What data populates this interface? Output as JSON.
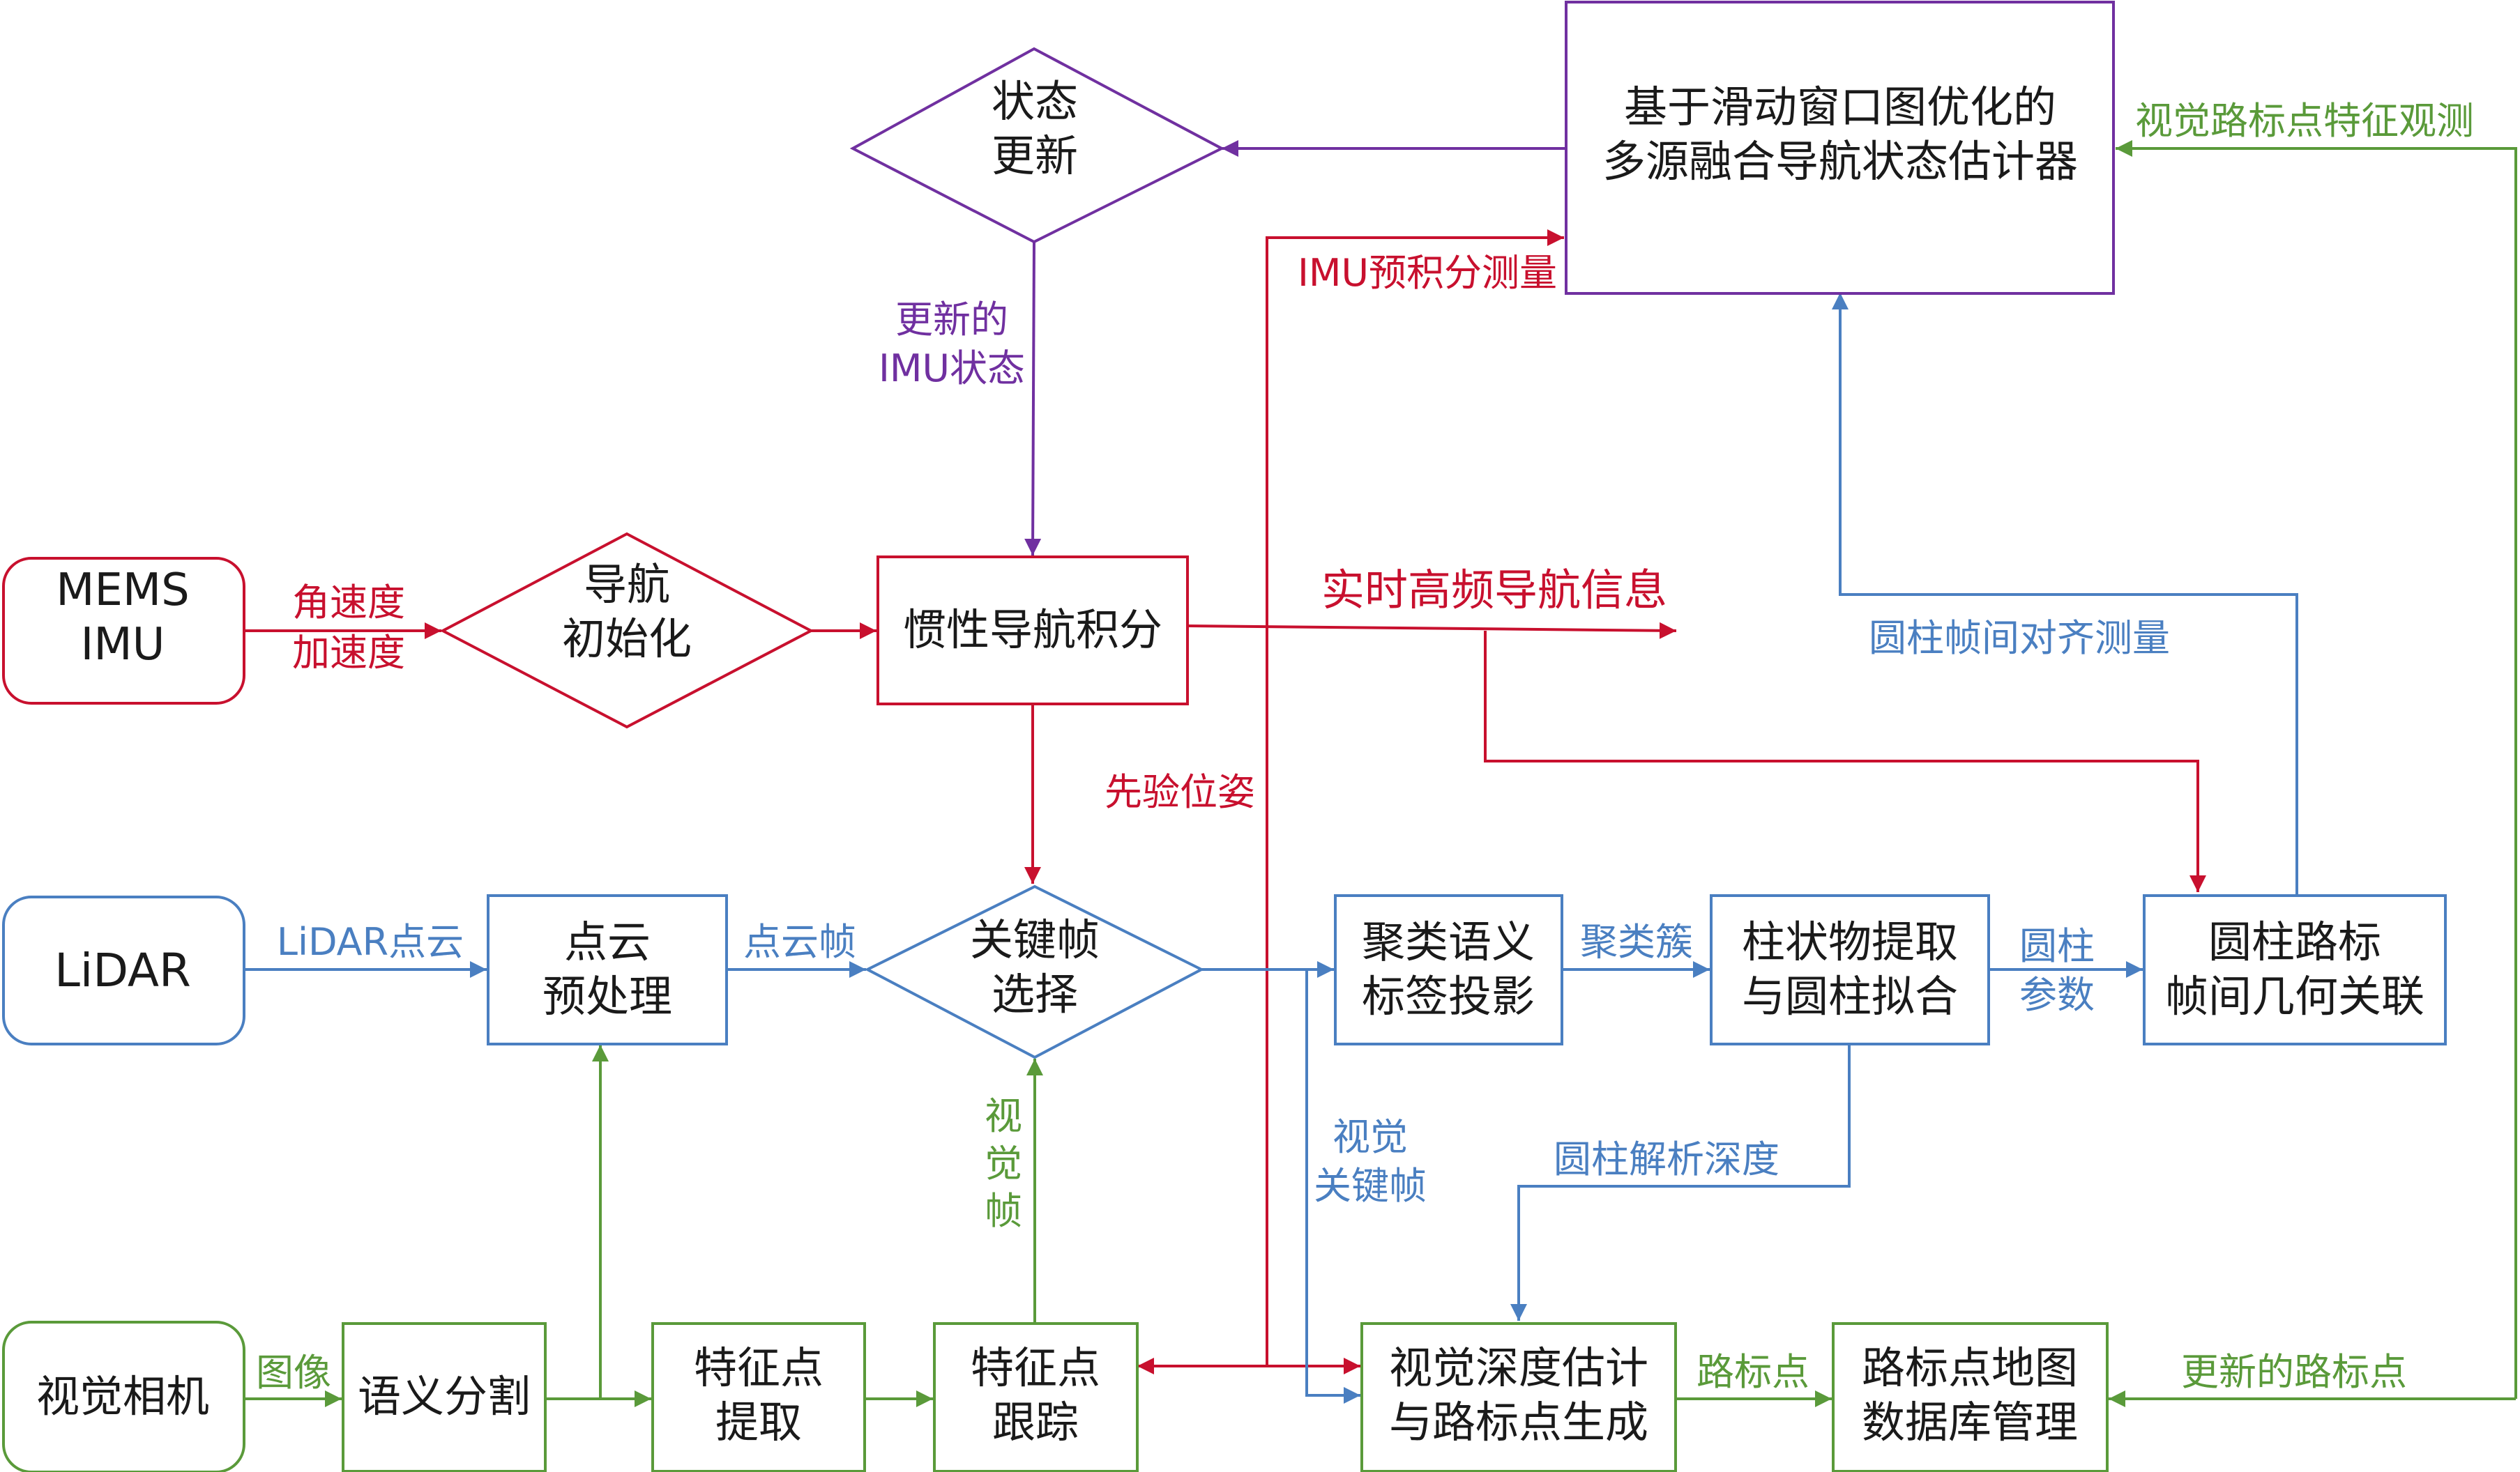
{
  "colors": {
    "red": "#c8102e",
    "blue": "#4a7fc1",
    "green": "#5a9a3a",
    "purple": "#7030a0",
    "text": "#1a1a1a"
  },
  "nodes": {
    "mems_imu": [
      "MEMS",
      "IMU"
    ],
    "nav_init": [
      "导航",
      "初始化"
    ],
    "inertial_integration": [
      "惯性导航积分"
    ],
    "state_update": [
      "状态",
      "更新"
    ],
    "estimator": [
      "基于滑动窗口图优化的",
      "多源融合导航状态估计器"
    ],
    "lidar": [
      "LiDAR"
    ],
    "pc_preprocess": [
      "点云",
      "预处理"
    ],
    "keyframe_select": [
      "关键帧",
      "选择"
    ],
    "cluster_projection": [
      "聚类语义",
      "标签投影"
    ],
    "cylinder_fit": [
      "柱状物提取",
      "与圆柱拟合"
    ],
    "cylinder_assoc": [
      "圆柱路标",
      "帧间几何关联"
    ],
    "camera": [
      "视觉相机"
    ],
    "semantic_seg": [
      "语义分割"
    ],
    "feature_extract": [
      "特征点",
      "提取"
    ],
    "feature_track": [
      "特征点",
      "跟踪"
    ],
    "depth_estimation": [
      "视觉深度估计",
      "与路标点生成"
    ],
    "landmark_db": [
      "路标点地图",
      "数据库管理"
    ]
  },
  "edge_labels": {
    "angular_vel": [
      "角速度",
      "加速度"
    ],
    "realtime_nav": [
      "实时高频导航信息"
    ],
    "imu_preint": [
      "IMU预积分测量"
    ],
    "updated_imu": [
      "更新的",
      "IMU状态"
    ],
    "prior_pose": [
      "先验位姿"
    ],
    "lidar_pc": [
      "LiDAR点云"
    ],
    "pc_frame": [
      "点云帧"
    ],
    "cluster": [
      "聚类簇"
    ],
    "cyl_params": [
      "圆柱",
      "参数"
    ],
    "cyl_align": [
      "圆柱帧间对齐测量"
    ],
    "visual_obs": [
      "视觉路标点特征观测"
    ],
    "image": [
      "图像"
    ],
    "visual_frame": [
      "视",
      "觉",
      "帧"
    ],
    "visual_keyframe": [
      "视觉",
      "关键帧"
    ],
    "cyl_depth": [
      "圆柱解析深度"
    ],
    "landmark": [
      "路标点"
    ],
    "updated_landmark": [
      "更新的路标点"
    ]
  }
}
